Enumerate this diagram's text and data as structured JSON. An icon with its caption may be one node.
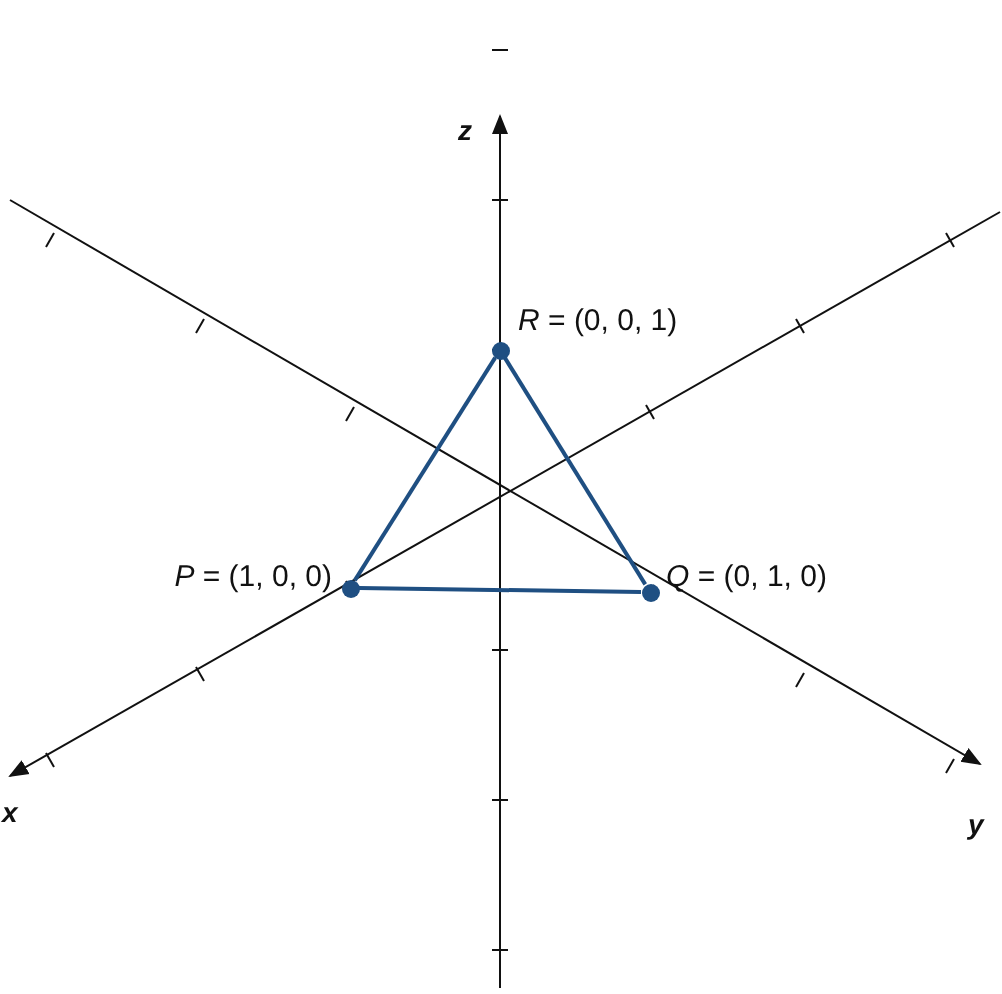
{
  "diagram": {
    "nodes": [
      {
        "text": [],
        "shape": "circle",
        "beside": [
          "*R* = (0, 0, 1)"
        ]
      },
      {
        "text": [],
        "shape": "circle",
        "beside": [
          "*P* = (1, 0, 0)"
        ]
      },
      {
        "text": [],
        "shape": "circle",
        "beside": [
          "*Q* = (0, 1, 0)"
        ]
      }
    ],
    "edges": [
      {
        "from": 0,
        "to": 1,
        "arrow": "none"
      },
      {
        "from": 1,
        "to": 2,
        "arrow": "none"
      },
      {
        "from": 2,
        "to": 0,
        "arrow": "none"
      }
    ],
    "labels": [
      "z",
      "x",
      "y"
    ]
  }
}
